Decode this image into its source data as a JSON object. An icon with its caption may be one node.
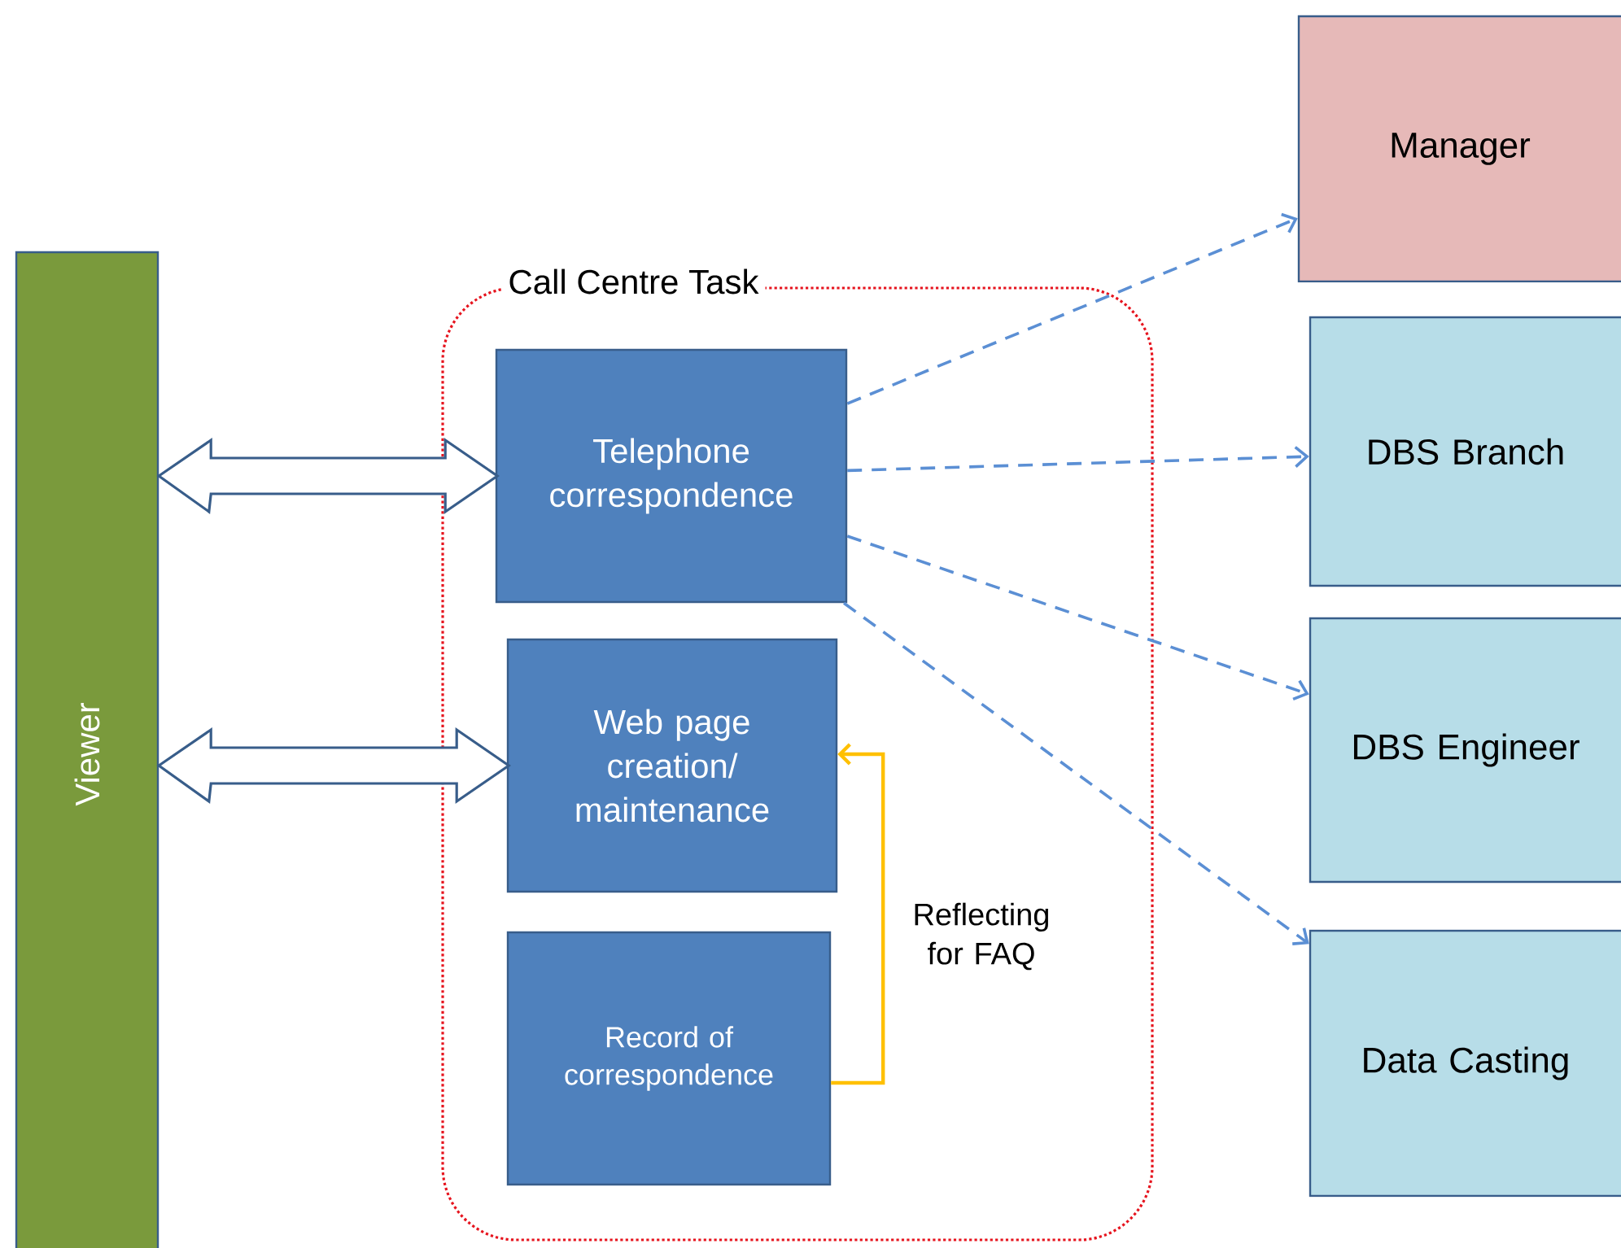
{
  "diagram": {
    "nodes": [
      {
        "text": [
          "Viewer"
        ]
      },
      {
        "text": [
          "Call Centre Task"
        ]
      },
      {
        "text": [
          "Telephone correspondence"
        ],
        "in": 1
      },
      {
        "text": [
          "Web page creation/ maintenance"
        ],
        "in": 1
      },
      {
        "text": [
          "Record of correspondence"
        ],
        "in": 1
      },
      {
        "text": [
          "Manager"
        ]
      },
      {
        "text": [
          "DBS Branch"
        ]
      },
      {
        "text": [
          "DBS Engineer"
        ]
      },
      {
        "text": [
          "Data Casting"
        ]
      }
    ],
    "edges": [
      {
        "from": 0,
        "to": 2,
        "arrow": "both"
      },
      {
        "from": 0,
        "to": 3,
        "arrow": "both"
      },
      {
        "from": 4,
        "to": 3,
        "arrow": "to",
        "label": "Reflecting for FAQ",
        "color": "#ffc000"
      },
      {
        "from": 2,
        "to": 5,
        "arrow": "to",
        "style": "dashed"
      },
      {
        "from": 2,
        "to": 6,
        "arrow": "to",
        "style": "dashed"
      },
      {
        "from": 2,
        "to": 7,
        "arrow": "to",
        "style": "dashed"
      },
      {
        "from": 2,
        "to": 8,
        "arrow": "to",
        "style": "dashed"
      }
    ]
  }
}
